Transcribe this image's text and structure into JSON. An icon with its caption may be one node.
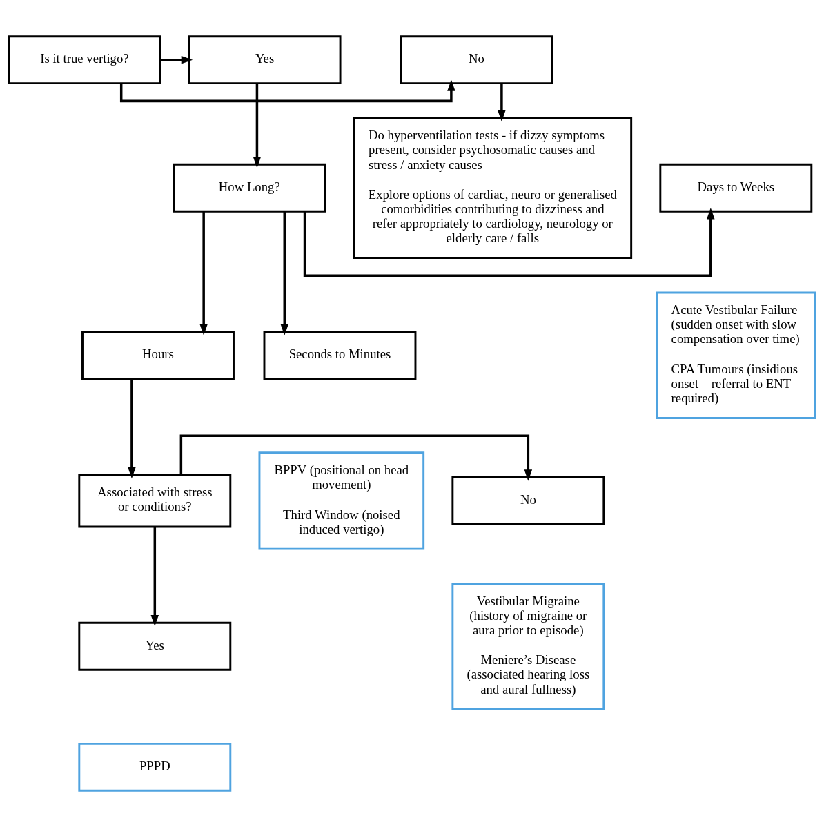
{
  "diagram": {
    "nodes": [
      {
        "text": [
          "Is it true vertigo?"
        ]
      },
      {
        "text": [
          "No"
        ]
      },
      {
        "text": [
          "Yes"
        ]
      },
      {
        "text": [
          "Do hyperventilation tests - if dizzy symptoms present, consider psychosomatic causes and stress / anxiety causes",
          "Explore options of cardiac, neuro or generalised comorbidities contributing to dizziness and refer appropriately to cardiology, neurology or elderly care / falls"
        ]
      },
      {
        "text": [
          "How Long?"
        ]
      },
      {
        "text": [
          "Days to Weeks"
        ]
      },
      {
        "text": [
          "Acute Vestibular Failure (sudden onset with slow compensation over time)",
          "CPA Tumours (insidious onset – referral to ENT required)"
        ]
      },
      {
        "text": [
          "Seconds to Minutes"
        ]
      },
      {
        "text": [
          "Hours"
        ]
      },
      {
        "text": [
          "BPPV (positional on head movement)",
          "Third Window (noised induced vertigo)"
        ]
      },
      {
        "text": [
          "Associated with stress or conditions?"
        ]
      },
      {
        "text": [
          "No"
        ]
      },
      {
        "text": [
          "Yes"
        ]
      },
      {
        "text": [
          "PPPD"
        ]
      },
      {
        "text": [
          "Vestibular Migraine (history of migraine or aura prior to episode)",
          "Meniere’s Disease (associated hearing loss and aural fullness)"
        ]
      }
    ],
    "edges": [
      {
        "from": 0,
        "to": 1,
        "arrow": "to"
      },
      {
        "from": 0,
        "to": 2,
        "arrow": "to"
      },
      {
        "from": 1,
        "to": 3,
        "arrow": "to"
      },
      {
        "from": 2,
        "to": 4,
        "arrow": "to"
      },
      {
        "from": 4,
        "to": 5,
        "arrow": "to"
      },
      {
        "from": 4,
        "to": 7,
        "arrow": "to"
      },
      {
        "from": 4,
        "to": 8,
        "arrow": "to"
      },
      {
        "from": 8,
        "to": 10,
        "arrow": "to"
      },
      {
        "from": 10,
        "to": 11,
        "arrow": "to"
      },
      {
        "from": 10,
        "to": 12,
        "arrow": "to"
      }
    ]
  }
}
